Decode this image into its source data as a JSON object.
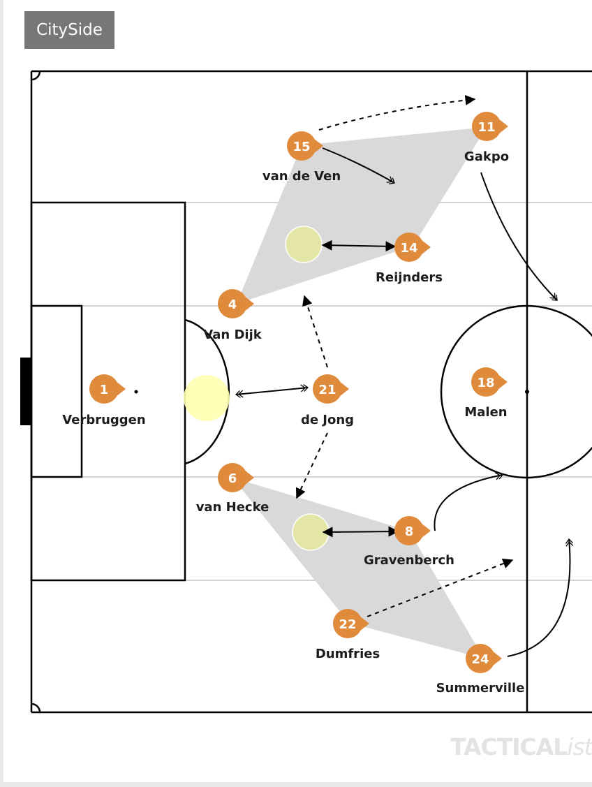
{
  "badge": {
    "team": "CitySide"
  },
  "watermark": {
    "brand_bold": "TACTICAL",
    "brand_light": "ista"
  },
  "colors": {
    "player": "#e08a3c",
    "shape": "#d9d9d9",
    "space_marker": "#e4e6a6",
    "highlight": "#ffffb0",
    "lines": "#000000",
    "stripes": "#d4d4d4"
  },
  "players": [
    {
      "number": "1",
      "name": "Verbruggen"
    },
    {
      "number": "4",
      "name": "Van Dijk"
    },
    {
      "number": "6",
      "name": "van Hecke"
    },
    {
      "number": "15",
      "name": "van de Ven"
    },
    {
      "number": "22",
      "name": "Dumfries"
    },
    {
      "number": "21",
      "name": "de Jong"
    },
    {
      "number": "14",
      "name": "Reijnders"
    },
    {
      "number": "8",
      "name": "Gravenberch"
    },
    {
      "number": "11",
      "name": "Gakpo"
    },
    {
      "number": "24",
      "name": "Summerville"
    },
    {
      "number": "18",
      "name": "Malen"
    }
  ]
}
